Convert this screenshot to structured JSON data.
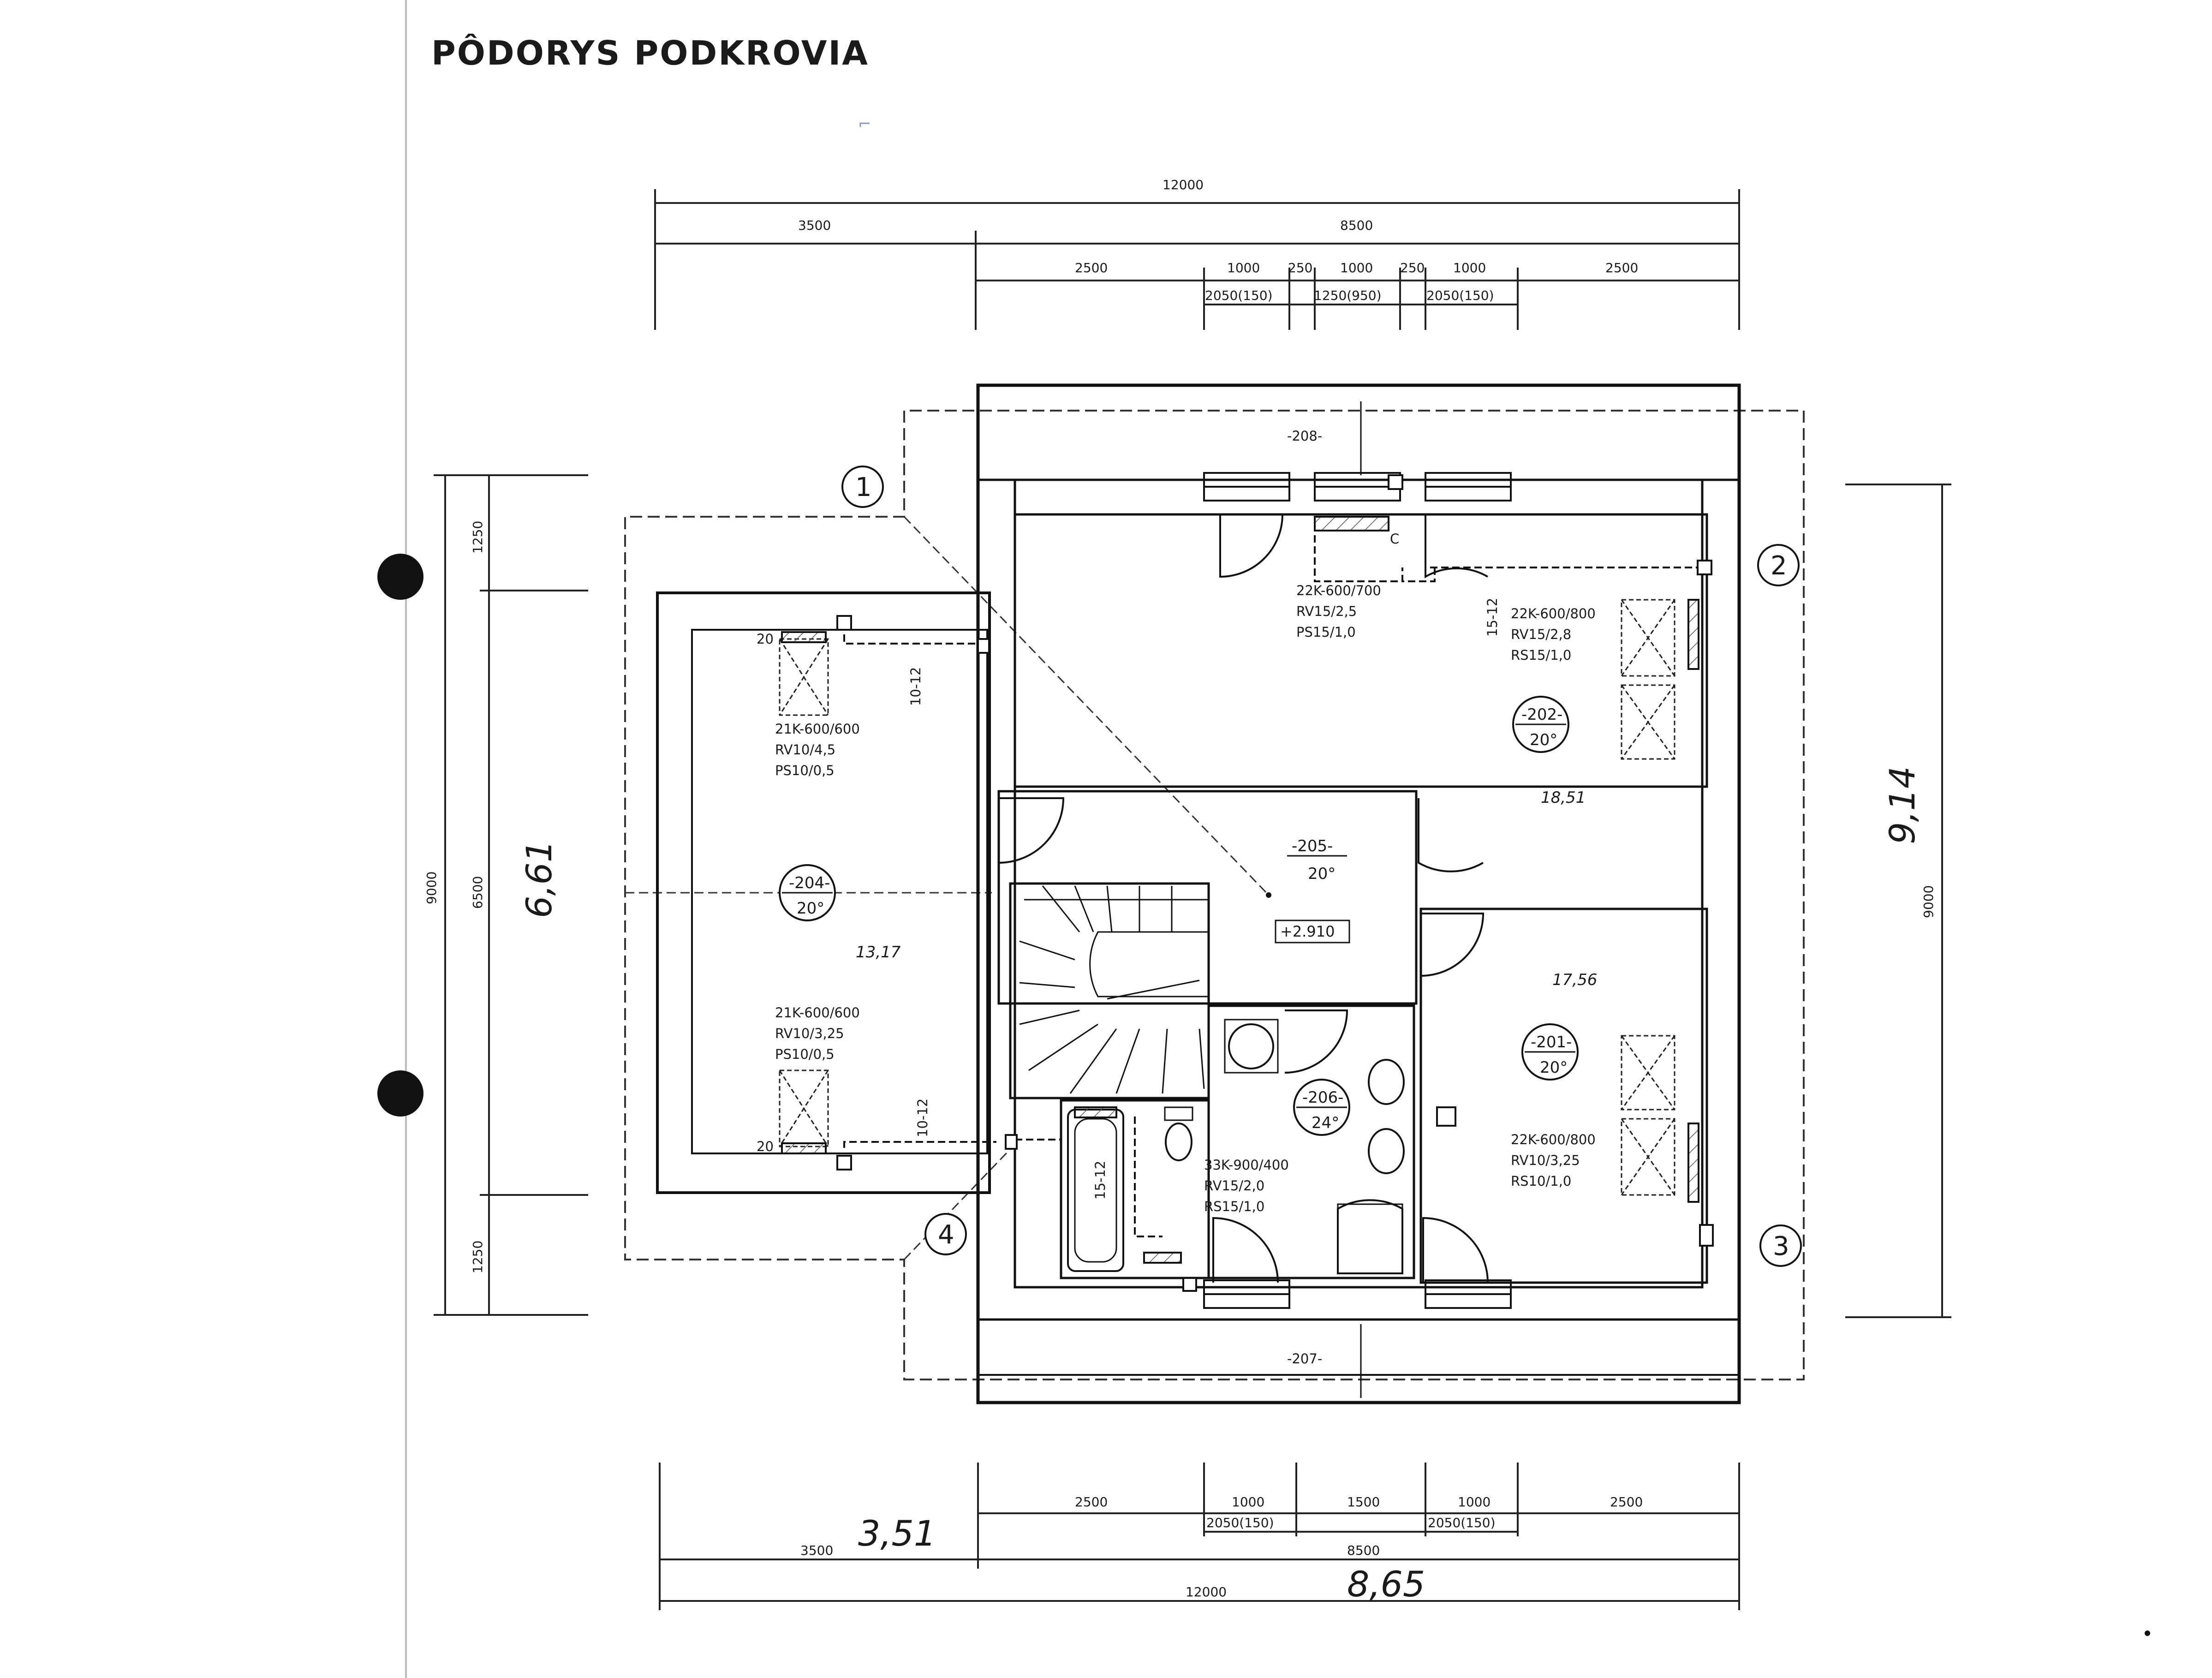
{
  "title": "PÔDORYS PODKROVIA",
  "dimensions_top": {
    "overall": "12000",
    "left": "3500",
    "right": "8500",
    "segments": [
      "2500",
      "1000",
      "250",
      "1000",
      "250",
      "1000",
      "2500"
    ],
    "window_labels": [
      "2050(150)",
      "1250(950)",
      "2050(150)"
    ]
  },
  "dimensions_bottom": {
    "segments": [
      "2500",
      "1000",
      "1500",
      "1000",
      "2500"
    ],
    "window_labels": [
      "2050(150)",
      "2050(150)"
    ],
    "left": "3500",
    "right": "8500",
    "overall": "12000"
  },
  "dimensions_left": {
    "outer": "9000",
    "inner": "6500",
    "top": "1250",
    "bottom": "1250"
  },
  "dimensions_right": {
    "outer": "9000"
  },
  "handwritten": {
    "left_height": "6,61",
    "right_height": "9,14",
    "bottom_left": "3,51",
    "bottom_right": "8,65",
    "room_202_area": "18,51",
    "room_201_area": "17,56",
    "room_204_area": "13,17"
  },
  "axes": [
    "1",
    "2",
    "3",
    "4"
  ],
  "rooms": [
    {
      "id": "-202-",
      "temp": "20°"
    },
    {
      "id": "-205-",
      "temp": "20°"
    },
    {
      "id": "-204-",
      "temp": "20°"
    },
    {
      "id": "-201-",
      "temp": "20°"
    },
    {
      "id": "-206-",
      "temp": "24°"
    }
  ],
  "spaces": {
    "top": "-208-",
    "bottom": "-207-"
  },
  "elevation": "+2.910",
  "radiators": {
    "r202a": [
      "22K-600/700",
      "RV15/2,5",
      "PS15/1,0"
    ],
    "r202b": [
      "22K-600/800",
      "RV15/2,8",
      "RS15/1,0"
    ],
    "r204a": [
      "21K-600/600",
      "RV10/4,5",
      "PS10/0,5"
    ],
    "r204b": [
      "21K-600/600",
      "RV10/3,25",
      "PS10/0,5"
    ],
    "r206": [
      "33K-900/400",
      "RV15/2,0",
      "RS15/1,0"
    ],
    "r201": [
      "22K-600/800",
      "RV10/3,25",
      "RS10/1,0"
    ]
  },
  "pipes": [
    "15-12",
    "10-12",
    "10-12",
    "15-12"
  ],
  "valve_marks": [
    "20",
    "20",
    "C"
  ]
}
